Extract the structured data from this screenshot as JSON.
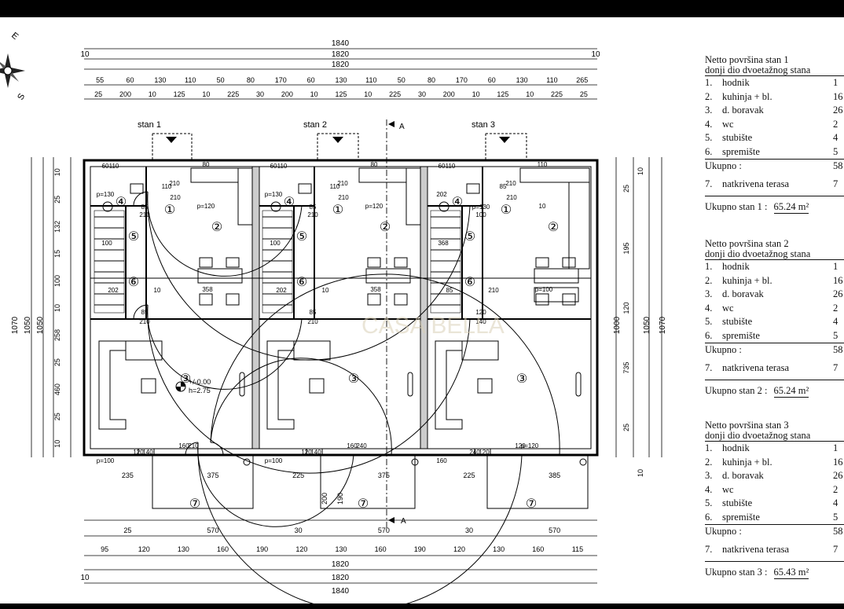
{
  "compass": {
    "labels": [
      "E",
      "S"
    ]
  },
  "top_dims": {
    "overall": "1840",
    "inner": "1820",
    "inner2": "1820",
    "end_left": "10",
    "end_right": "10",
    "row1": [
      "55",
      "60",
      "130",
      "110",
      "50",
      "80",
      "170",
      "60",
      "130",
      "110",
      "50",
      "80",
      "170",
      "60",
      "130",
      "110",
      "265"
    ],
    "row2": [
      "25",
      "200",
      "10",
      "125",
      "10",
      "225",
      "30",
      "200",
      "10",
      "125",
      "10",
      "225",
      "30",
      "200",
      "10",
      "125",
      "10",
      "225",
      "25"
    ]
  },
  "bottom_dims": {
    "seg_a": [
      "25",
      "570",
      "30",
      "570",
      "30",
      "570"
    ],
    "seg_b": [
      "95",
      "120",
      "130",
      "160",
      "190",
      "120",
      "130",
      "160",
      "190",
      "120",
      "130",
      "160",
      "115"
    ],
    "inner": "1820",
    "inner2": "1820",
    "overall": "1840",
    "end": "10"
  },
  "terrace_dims": [
    "235",
    "375",
    "225",
    "375",
    "225",
    "385"
  ],
  "vertical_dims_left": {
    "overall": "1070",
    "inner": "1050",
    "inner2": "1050",
    "parts": [
      "10",
      "25",
      "132",
      "15",
      "100",
      "10",
      "258",
      "25",
      "460",
      "25",
      "10"
    ]
  },
  "vertical_dims_right": {
    "overall": "1070",
    "inner": "1050",
    "inner2": "1000",
    "parts": [
      "25",
      "195",
      "120",
      "735",
      "25"
    ],
    "ends": [
      "10",
      "10"
    ]
  },
  "units": [
    {
      "label": "stan 1",
      "rooms": [
        "①",
        "②",
        "③",
        "④",
        "⑤",
        "⑥",
        "⑦"
      ],
      "dims": [
        "60",
        "110",
        "80",
        "210",
        "110",
        "210",
        "85",
        "210",
        "p=130",
        "p=120",
        "100",
        "202",
        "10",
        "358",
        "85",
        "210",
        "p=100",
        "120",
        "140",
        "160",
        "210"
      ]
    },
    {
      "label": "stan 2",
      "rooms": [
        "①",
        "②",
        "③",
        "④",
        "⑤",
        "⑥",
        "⑦"
      ],
      "dims": [
        "60",
        "110",
        "80",
        "210",
        "110",
        "210",
        "85",
        "210",
        "p=130",
        "p=120",
        "100",
        "202",
        "10",
        "358",
        "85",
        "210",
        "p=100",
        "120",
        "140",
        "160",
        "240"
      ]
    },
    {
      "label": "stan 3",
      "rooms": [
        "①",
        "②",
        "③",
        "④",
        "⑤",
        "⑥",
        "⑦"
      ],
      "dims": [
        "60",
        "110",
        "110",
        "210",
        "85",
        "210",
        "p=130",
        "100",
        "202",
        "10",
        "368",
        "85",
        "210",
        "p=100",
        "120",
        "140",
        "160",
        "240",
        "120",
        "120",
        "p=120"
      ]
    }
  ],
  "section_marks": [
    "A",
    "A"
  ],
  "level_mark": {
    "value": "+/-0.00",
    "height": "h=2.75"
  },
  "misc_dims": [
    "200",
    "190",
    "120",
    "30"
  ],
  "watermark": "CASA BELLA",
  "tables": [
    {
      "title": "Netto površina   stan 1",
      "subtitle": "donji dio dvoetažnog stana",
      "rows": [
        [
          "1.",
          "hodnik",
          "1"
        ],
        [
          "2.",
          "kuhinja + bl.",
          "16"
        ],
        [
          "3.",
          "d. boravak",
          "26"
        ],
        [
          "4.",
          "wc",
          "2"
        ],
        [
          "5.",
          "stubište",
          "4"
        ],
        [
          "6.",
          "spremište",
          "5"
        ]
      ],
      "ukupno_label": "Ukupno :",
      "ukupno_value": "58",
      "terrace": [
        "7.",
        "natkrivena terasa",
        "7"
      ],
      "total_label": "Ukupno stan 1 :",
      "total_value": "65.24 m²"
    },
    {
      "title": "Netto površina   stan 2",
      "subtitle": "donji dio dvoetažnog stana",
      "rows": [
        [
          "1.",
          "hodnik",
          "1"
        ],
        [
          "2.",
          "kuhinja + bl.",
          "16"
        ],
        [
          "3.",
          "d. boravak",
          "26"
        ],
        [
          "4.",
          "wc",
          "2"
        ],
        [
          "5.",
          "stubište",
          "4"
        ],
        [
          "6.",
          "spremište",
          "5"
        ]
      ],
      "ukupno_label": "Ukupno :",
      "ukupno_value": "58",
      "terrace": [
        "7.",
        "natkrivena terasa",
        "7"
      ],
      "total_label": "Ukupno stan 2 :",
      "total_value": "65.24 m²"
    },
    {
      "title": "Netto površina   stan 3",
      "subtitle": "donji dio dvoetažnog stana",
      "rows": [
        [
          "1.",
          "hodnik",
          "1"
        ],
        [
          "2.",
          "kuhinja + bl.",
          "16"
        ],
        [
          "3.",
          "d. boravak",
          "26"
        ],
        [
          "4.",
          "wc",
          "2"
        ],
        [
          "5.",
          "stubište",
          "4"
        ],
        [
          "6.",
          "spremište",
          "5"
        ]
      ],
      "ukupno_label": "Ukupno :",
      "ukupno_value": "58",
      "terrace": [
        "7.",
        "natkrivena terasa",
        "7"
      ],
      "total_label": "Ukupno stan 3 :",
      "total_value": "65.43 m²"
    }
  ]
}
